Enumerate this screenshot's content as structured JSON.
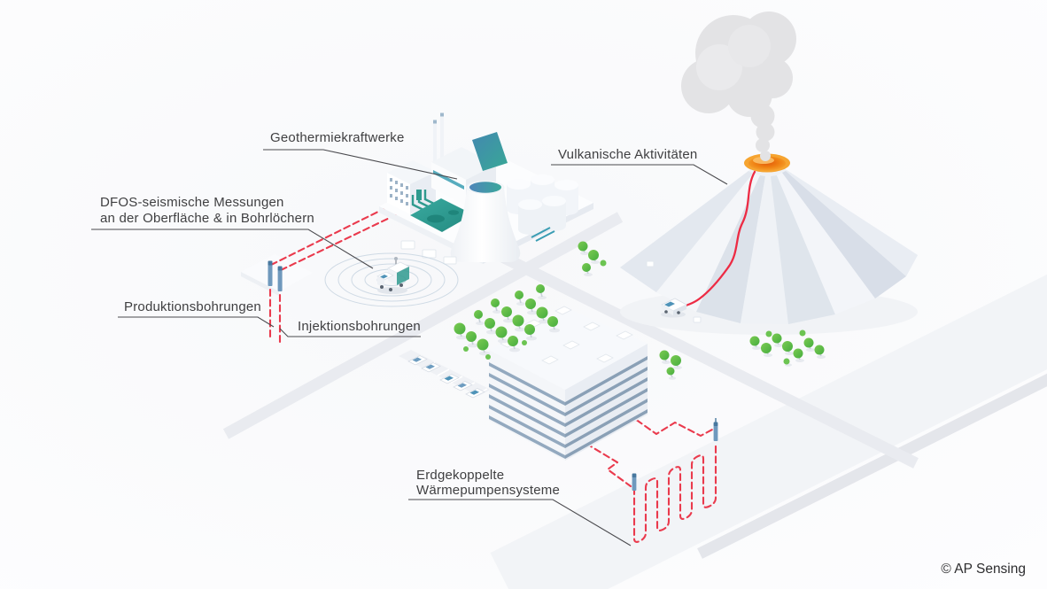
{
  "illustration": {
    "title": "Geothermie / DFOS Anwendungen Infografik",
    "labels": {
      "geothermal_plants": "Geothermiekraftwerke",
      "volcanic_activity": "Vulkanische Aktivitäten",
      "dfos": {
        "line1": "DFOS-seismische Messungen",
        "line2": "an der Oberfläche & in Bohrlöchern"
      },
      "production_wells": "Produktionsbohrungen",
      "injection_wells": "Injektionsbohrungen",
      "heat_pump": {
        "line1": "Erdgekoppelte",
        "line2": "Wärmepumpensysteme"
      }
    },
    "footer": {
      "copyright": "© AP Sensing"
    },
    "colors": {
      "background": "#fbfcfd",
      "fiber_red": "#ea3a4d",
      "lava_red": "#ed2b44",
      "teal": "#2f9f94",
      "tree_green": "#55b848",
      "label_text": "#3f3f41",
      "road_gray": "#e9ebf0",
      "floor_stripe_slate": "#93a9bf",
      "crater_orange": "#f08c1e",
      "pipe_steel_blue": "#6f99bd",
      "smoke_gray": "#e3e3e5"
    },
    "scene_objects": [
      "geothermal-power-plant",
      "cooling-tower",
      "storage-tanks",
      "volcano",
      "smoke-plume",
      "crater",
      "fiber-cable-on-volcano",
      "survey-van",
      "office-building",
      "parking-lot-cars",
      "trees",
      "seismic-truck",
      "seismic-waves",
      "production-borehole",
      "injection-borehole",
      "heat-pump-loop-field",
      "roads"
    ]
  }
}
